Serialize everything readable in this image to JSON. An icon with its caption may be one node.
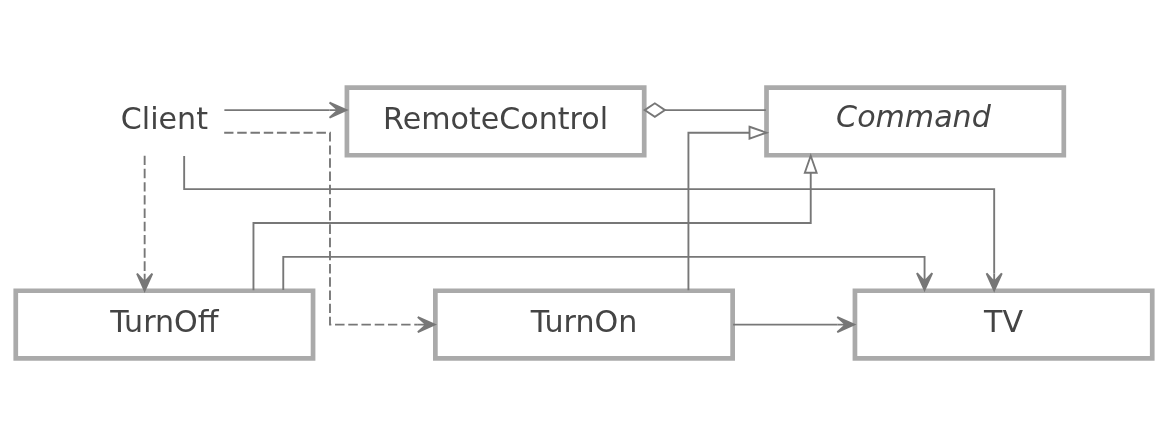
{
  "diagram": {
    "nodes": [
      {
        "text": [
          "Client"
        ]
      },
      {
        "text": [
          "RemoteControl"
        ]
      },
      {
        "text": [
          "Command"
        ]
      },
      {
        "text": [
          "TV"
        ]
      },
      {
        "text": [
          "TurnOn"
        ]
      },
      {
        "text": [
          "TurnOff"
        ]
      }
    ],
    "edges": [
      {
        "from": 0,
        "to": 1,
        "arrow": "to"
      },
      {
        "from": 1,
        "to": 2,
        "arrow": "other"
      },
      {
        "from": 4,
        "to": 2,
        "arrow": "to"
      },
      {
        "from": 5,
        "to": 2,
        "arrow": "to"
      },
      {
        "from": 0,
        "to": 4,
        "arrow": "to",
        "style": "dashed"
      },
      {
        "from": 0,
        "to": 3,
        "arrow": "to"
      },
      {
        "from": 4,
        "to": 3,
        "arrow": "to"
      },
      {
        "from": 5,
        "to": 3,
        "arrow": "to"
      },
      {
        "from": 0,
        "to": 5,
        "arrow": "to",
        "style": "dashed"
      }
    ]
  }
}
